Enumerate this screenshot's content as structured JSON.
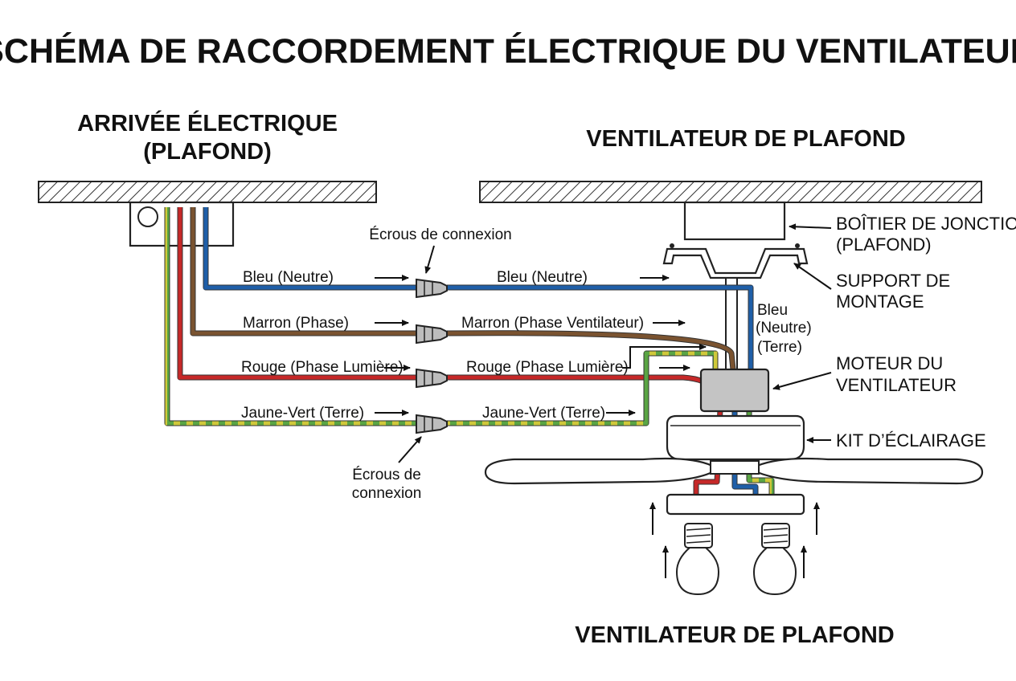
{
  "title": "SCHÉMA DE RACCORDEMENT ÉLECTRIQUE DU VENTILATEUR",
  "supply": {
    "heading_line1": "ARRIVÉE ÉLECTRIQUE",
    "heading_line2": "(PLAFOND)"
  },
  "fan": {
    "heading_top": "VENTILATEUR DE PLAFOND",
    "heading_bottom": "VENTILATEUR DE PLAFOND"
  },
  "connectors": {
    "top_label": "Écrous de connexion",
    "bottom_label_line1": "Écrous de",
    "bottom_label_line2": "connexion"
  },
  "wires": {
    "left": [
      "Bleu (Neutre)",
      "Marron (Phase)",
      "Rouge (Phase Lumière)",
      "Jaune-Vert (Terre)"
    ],
    "right": [
      "Bleu (Neutre)",
      "Marron (Phase Ventilateur)",
      "Rouge (Phase Lumière)",
      "Jaune-Vert (Terre)"
    ]
  },
  "vertical_label": {
    "line1": "Bleu",
    "line2": "(Neutre)",
    "line3": "(Terre)"
  },
  "components": {
    "junction_box_line1": "BOÎTIER DE JONCTION",
    "junction_box_line2": "(PLAFOND)",
    "mounting_line1": "SUPPORT DE",
    "mounting_line2": "MONTAGE",
    "motor_line1": "MOTEUR DU",
    "motor_line2": "VENTILATEUR",
    "light_kit": "KIT D’ÉCLAIRAGE"
  },
  "colors": {
    "blue": "#1f5fa8",
    "brown": "#7a5330",
    "red": "#c62828",
    "yellow_green": "#c9c83a",
    "motor_gray": "#c4c4c4"
  }
}
